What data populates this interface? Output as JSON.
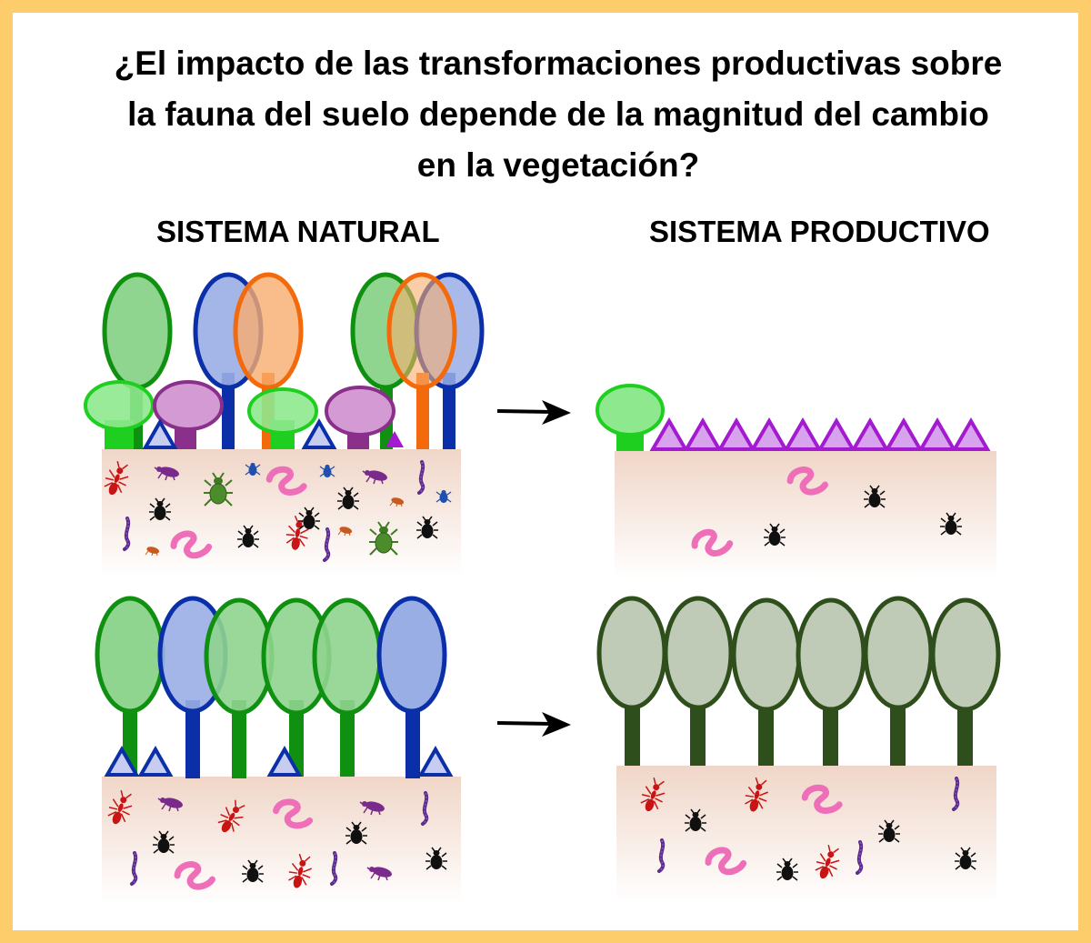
{
  "title_lines": [
    "¿El impacto de las transformaciones productivas sobre",
    "la fauna del suelo depende de la magnitud del cambio",
    "en la vegetación?"
  ],
  "columns": {
    "natural": "SISTEMA NATURAL",
    "productive": "SISTEMA PRODUCTIVO"
  },
  "colors": {
    "frame": "#fccd6a",
    "green_stroke": "#109010",
    "green_fill": "#8fd48f",
    "light_green_stroke": "#1fcf1f",
    "light_green_fill": "#8ee88e",
    "blue_stroke": "#0a2fa8",
    "blue_fill": "#9aaee6",
    "orange_stroke": "#f26a0c",
    "orange_fill": "#f8ad6e",
    "purple_stroke": "#8a2f8a",
    "purple_fill": "#d49ad4",
    "violet": "#a31ad0",
    "dark_green_stroke": "#2e4f1c",
    "dark_green_fill": "#bfcbb6",
    "soil": "#f0d6c8",
    "worm": "#ee6fb8",
    "ant": "#c81414",
    "beetle": "#101010",
    "green_beetle": "#3e7a20",
    "blue_beetle": "#1f4fb0",
    "centipede": "#5a2a8a",
    "mite": "#7a2a8a"
  },
  "icons": [
    "arrow-right-icon",
    "worm-icon",
    "ant-icon",
    "beetle-icon",
    "centipede-icon",
    "mite-icon"
  ]
}
